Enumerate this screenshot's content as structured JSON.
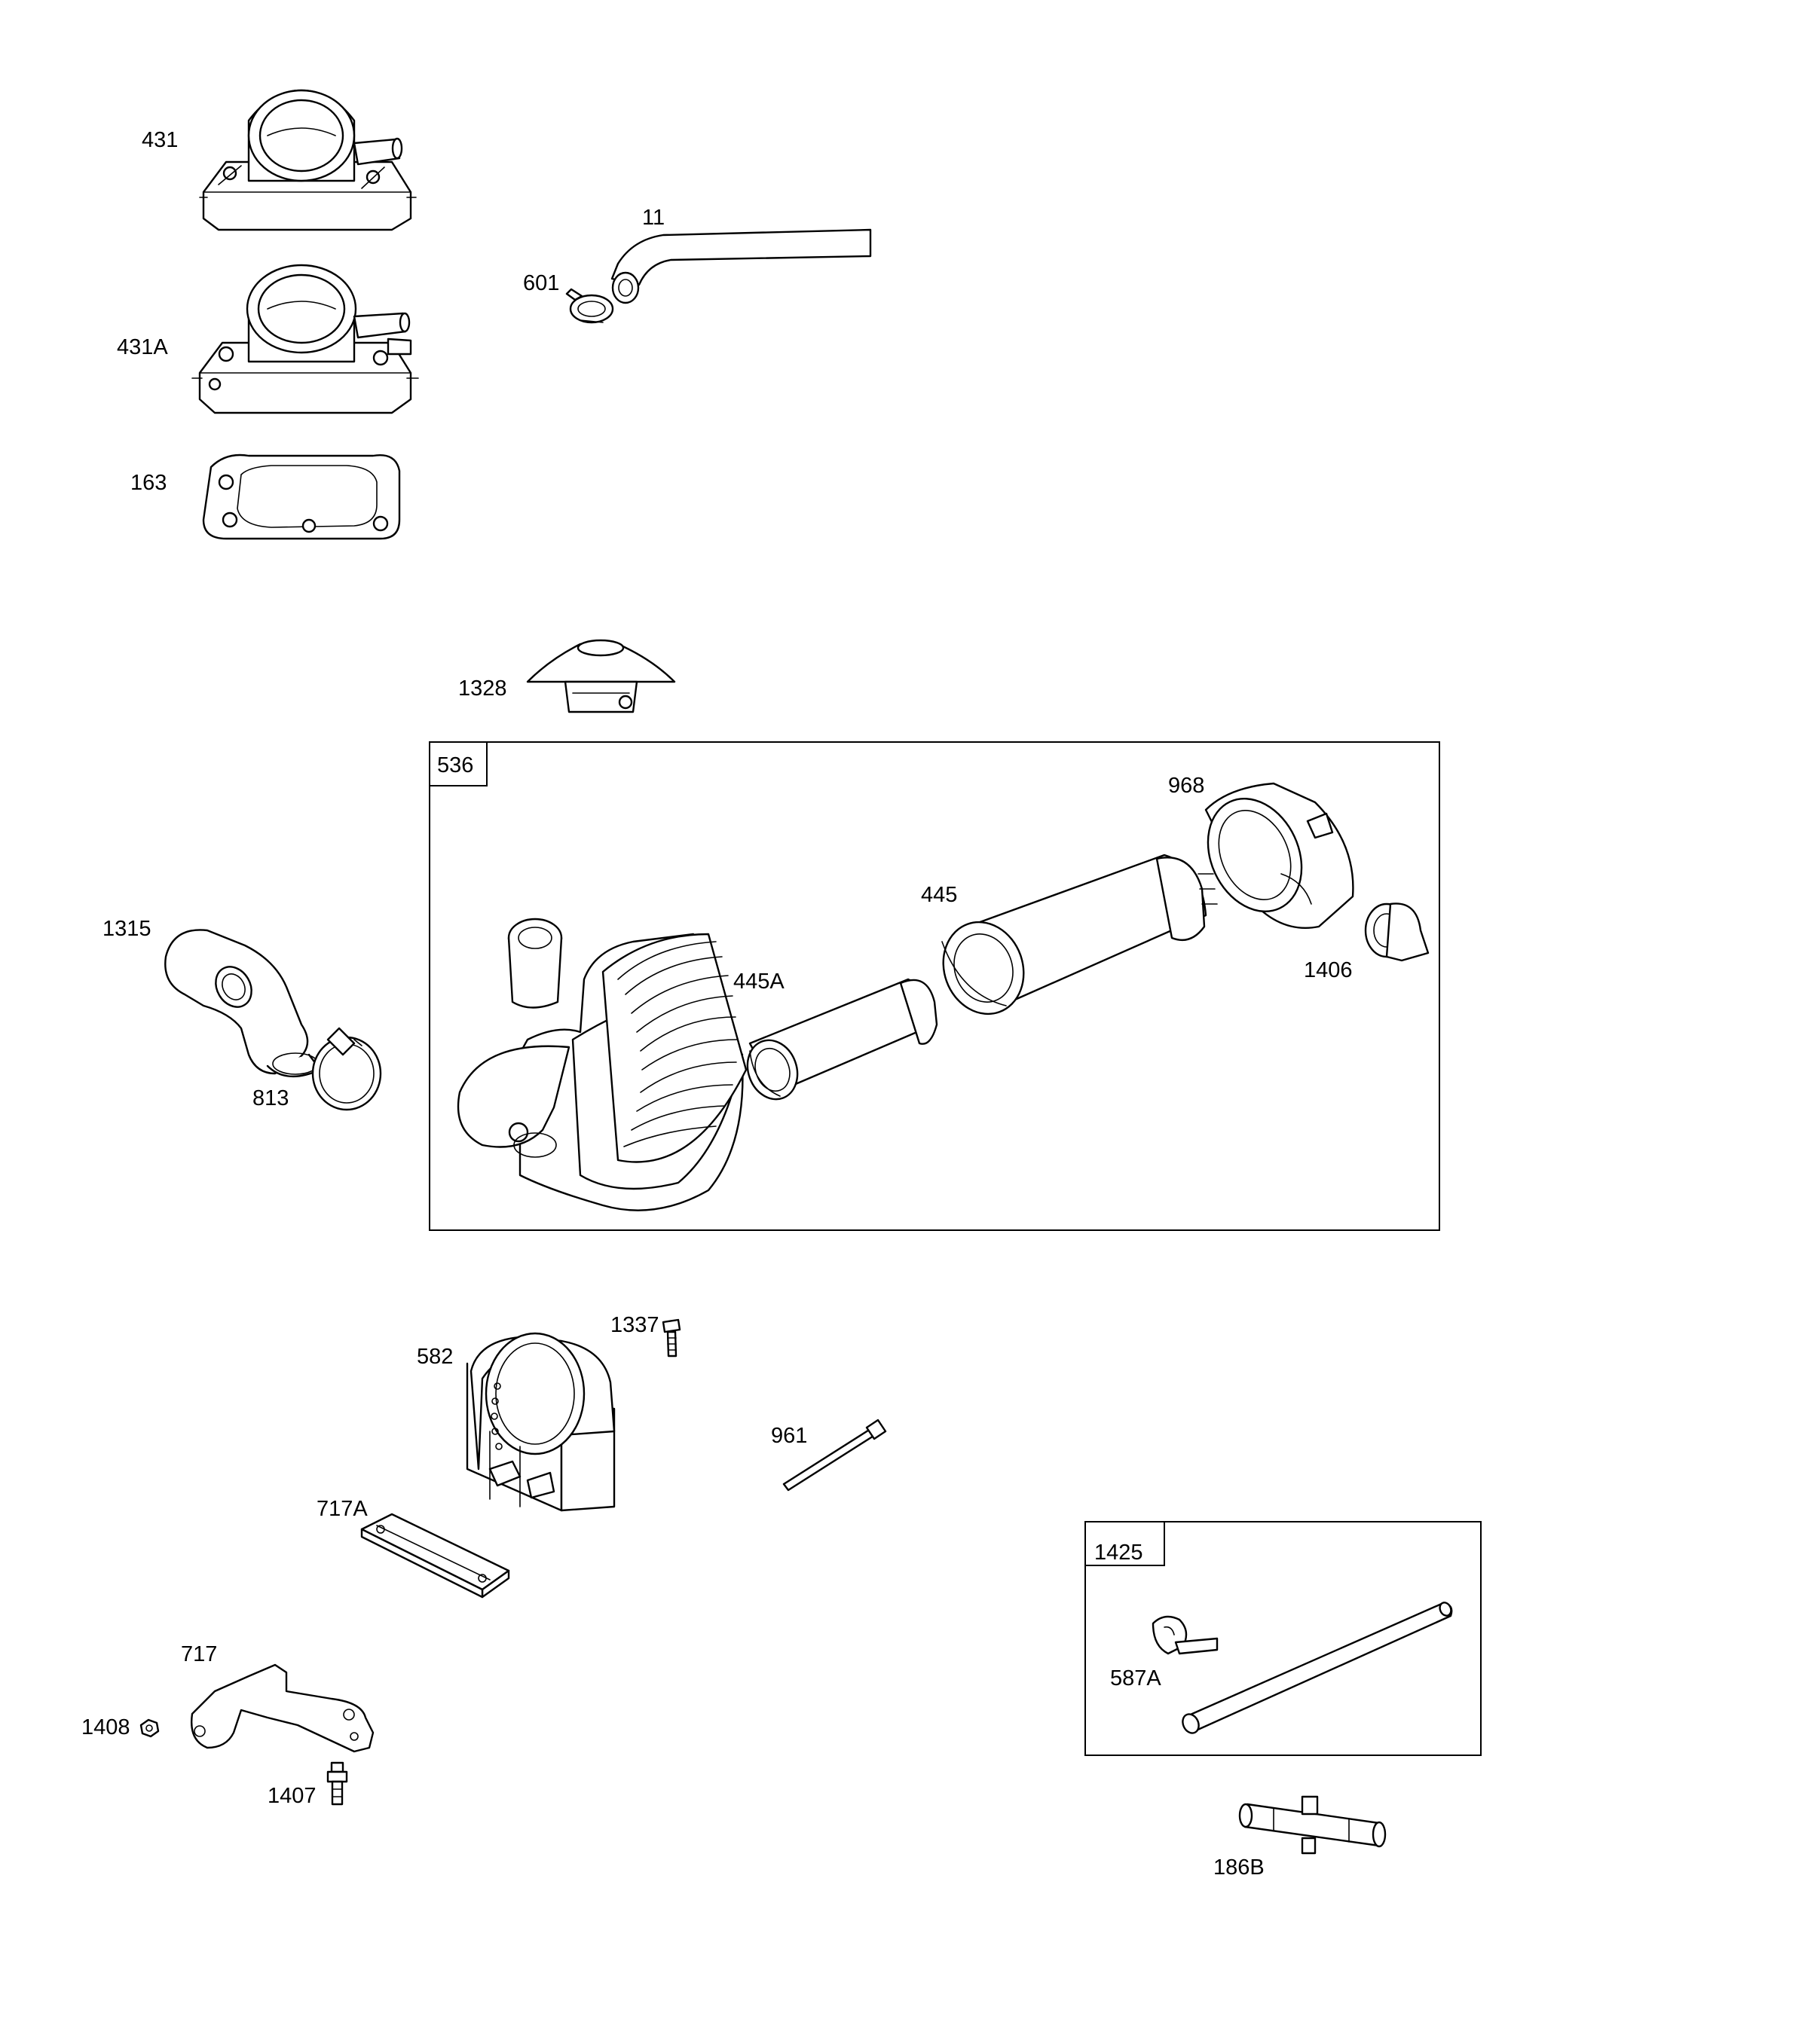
{
  "callouts": {
    "p431": "431",
    "p431A": "431A",
    "p163": "163",
    "p11": "11",
    "p601": "601",
    "p1328": "1328",
    "p536": "536",
    "p968": "968",
    "p445": "445",
    "p445A": "445A",
    "p1406": "1406",
    "p1315": "1315",
    "p813": "813",
    "p582": "582",
    "p1337": "1337",
    "p961": "961",
    "p717A": "717A",
    "p717": "717",
    "p1408": "1408",
    "p1407": "1407",
    "p1425": "1425",
    "p587A": "587A",
    "p186B": "186B"
  }
}
